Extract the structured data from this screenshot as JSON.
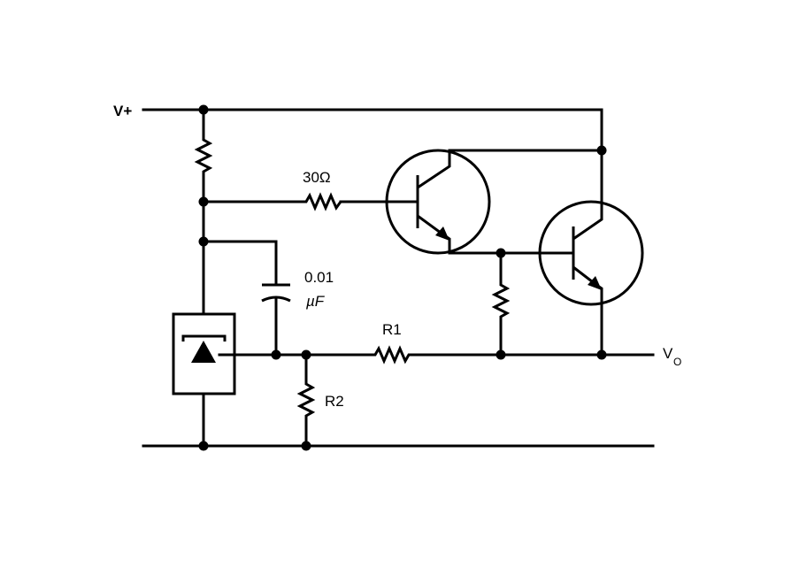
{
  "labels": {
    "vplus": "V+",
    "r_base": "30Ω",
    "cap_value": "0.01",
    "cap_unit": "µF",
    "r1": "R1",
    "r2": "R2",
    "vout_main": "V",
    "vout_sub": "O"
  },
  "colors": {
    "line": "#000000",
    "background": "#ffffff"
  }
}
